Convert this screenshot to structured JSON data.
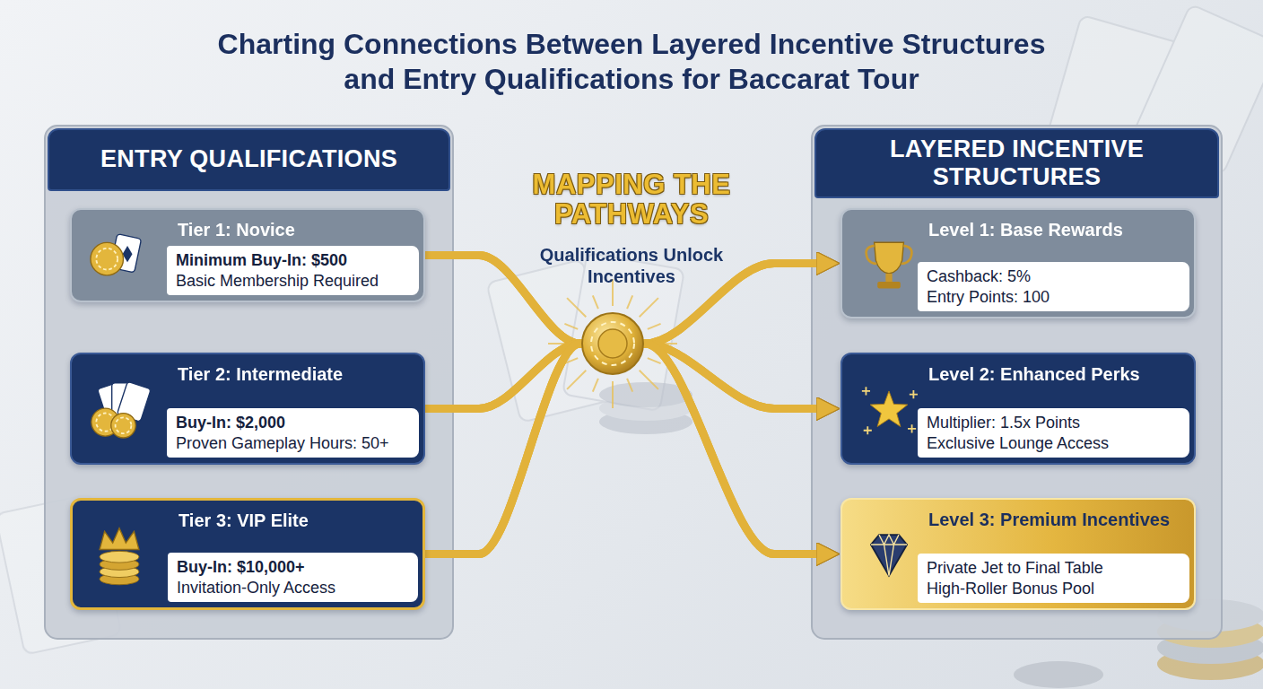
{
  "diagram": {
    "title": "Charting Connections Between Layered Incentive Structures and Entry Qualifications for Baccarat Tour",
    "nodes": [
      {
        "text": [
          "ENTRY QUALIFICATIONS"
        ]
      },
      {
        "text": [
          "Tier 1: Novice",
          "Minimum Buy-In: $500",
          "Basic Membership Required"
        ],
        "in": 0
      },
      {
        "text": [
          "Tier 2: Intermediate",
          "Buy-In: $2,000",
          "Proven Gameplay Hours: 50+"
        ],
        "in": 0
      },
      {
        "text": [
          "Tier 3: VIP Elite",
          "Buy-In: $10,000+",
          "Invitation-Only Access"
        ],
        "in": 0
      },
      {
        "text": [
          "LAYERED INCENTIVE STRUCTURES"
        ]
      },
      {
        "text": [
          "Level 1: Base Rewards",
          "Cashback: 5%",
          "Entry Points: 100"
        ],
        "in": 4
      },
      {
        "text": [
          "Level 2: Enhanced Perks",
          "Multiplier: 1.5x Points",
          "Exclusive Lounge Access"
        ],
        "in": 4
      },
      {
        "text": [
          "Level 3: Premium Incentives",
          "Private Jet to Final Table",
          "High-Roller Bonus Pool"
        ],
        "in": 4
      }
    ],
    "edges": [
      {
        "from": 1,
        "to": 5,
        "arrow": "to"
      },
      {
        "from": 1,
        "to": 6,
        "arrow": "to"
      },
      {
        "from": 1,
        "to": 7,
        "arrow": "to"
      },
      {
        "from": 2,
        "to": 5,
        "arrow": "to"
      },
      {
        "from": 2,
        "to": 6,
        "arrow": "to"
      },
      {
        "from": 2,
        "to": 7,
        "arrow": "to"
      },
      {
        "from": 3,
        "to": 5,
        "arrow": "to"
      },
      {
        "from": 3,
        "to": 6,
        "arrow": "to"
      },
      {
        "from": 3,
        "to": 7,
        "arrow": "to"
      }
    ],
    "labels": [
      "MAPPING THE PATHWAYS",
      "Qualifications Unlock Incentives"
    ]
  }
}
